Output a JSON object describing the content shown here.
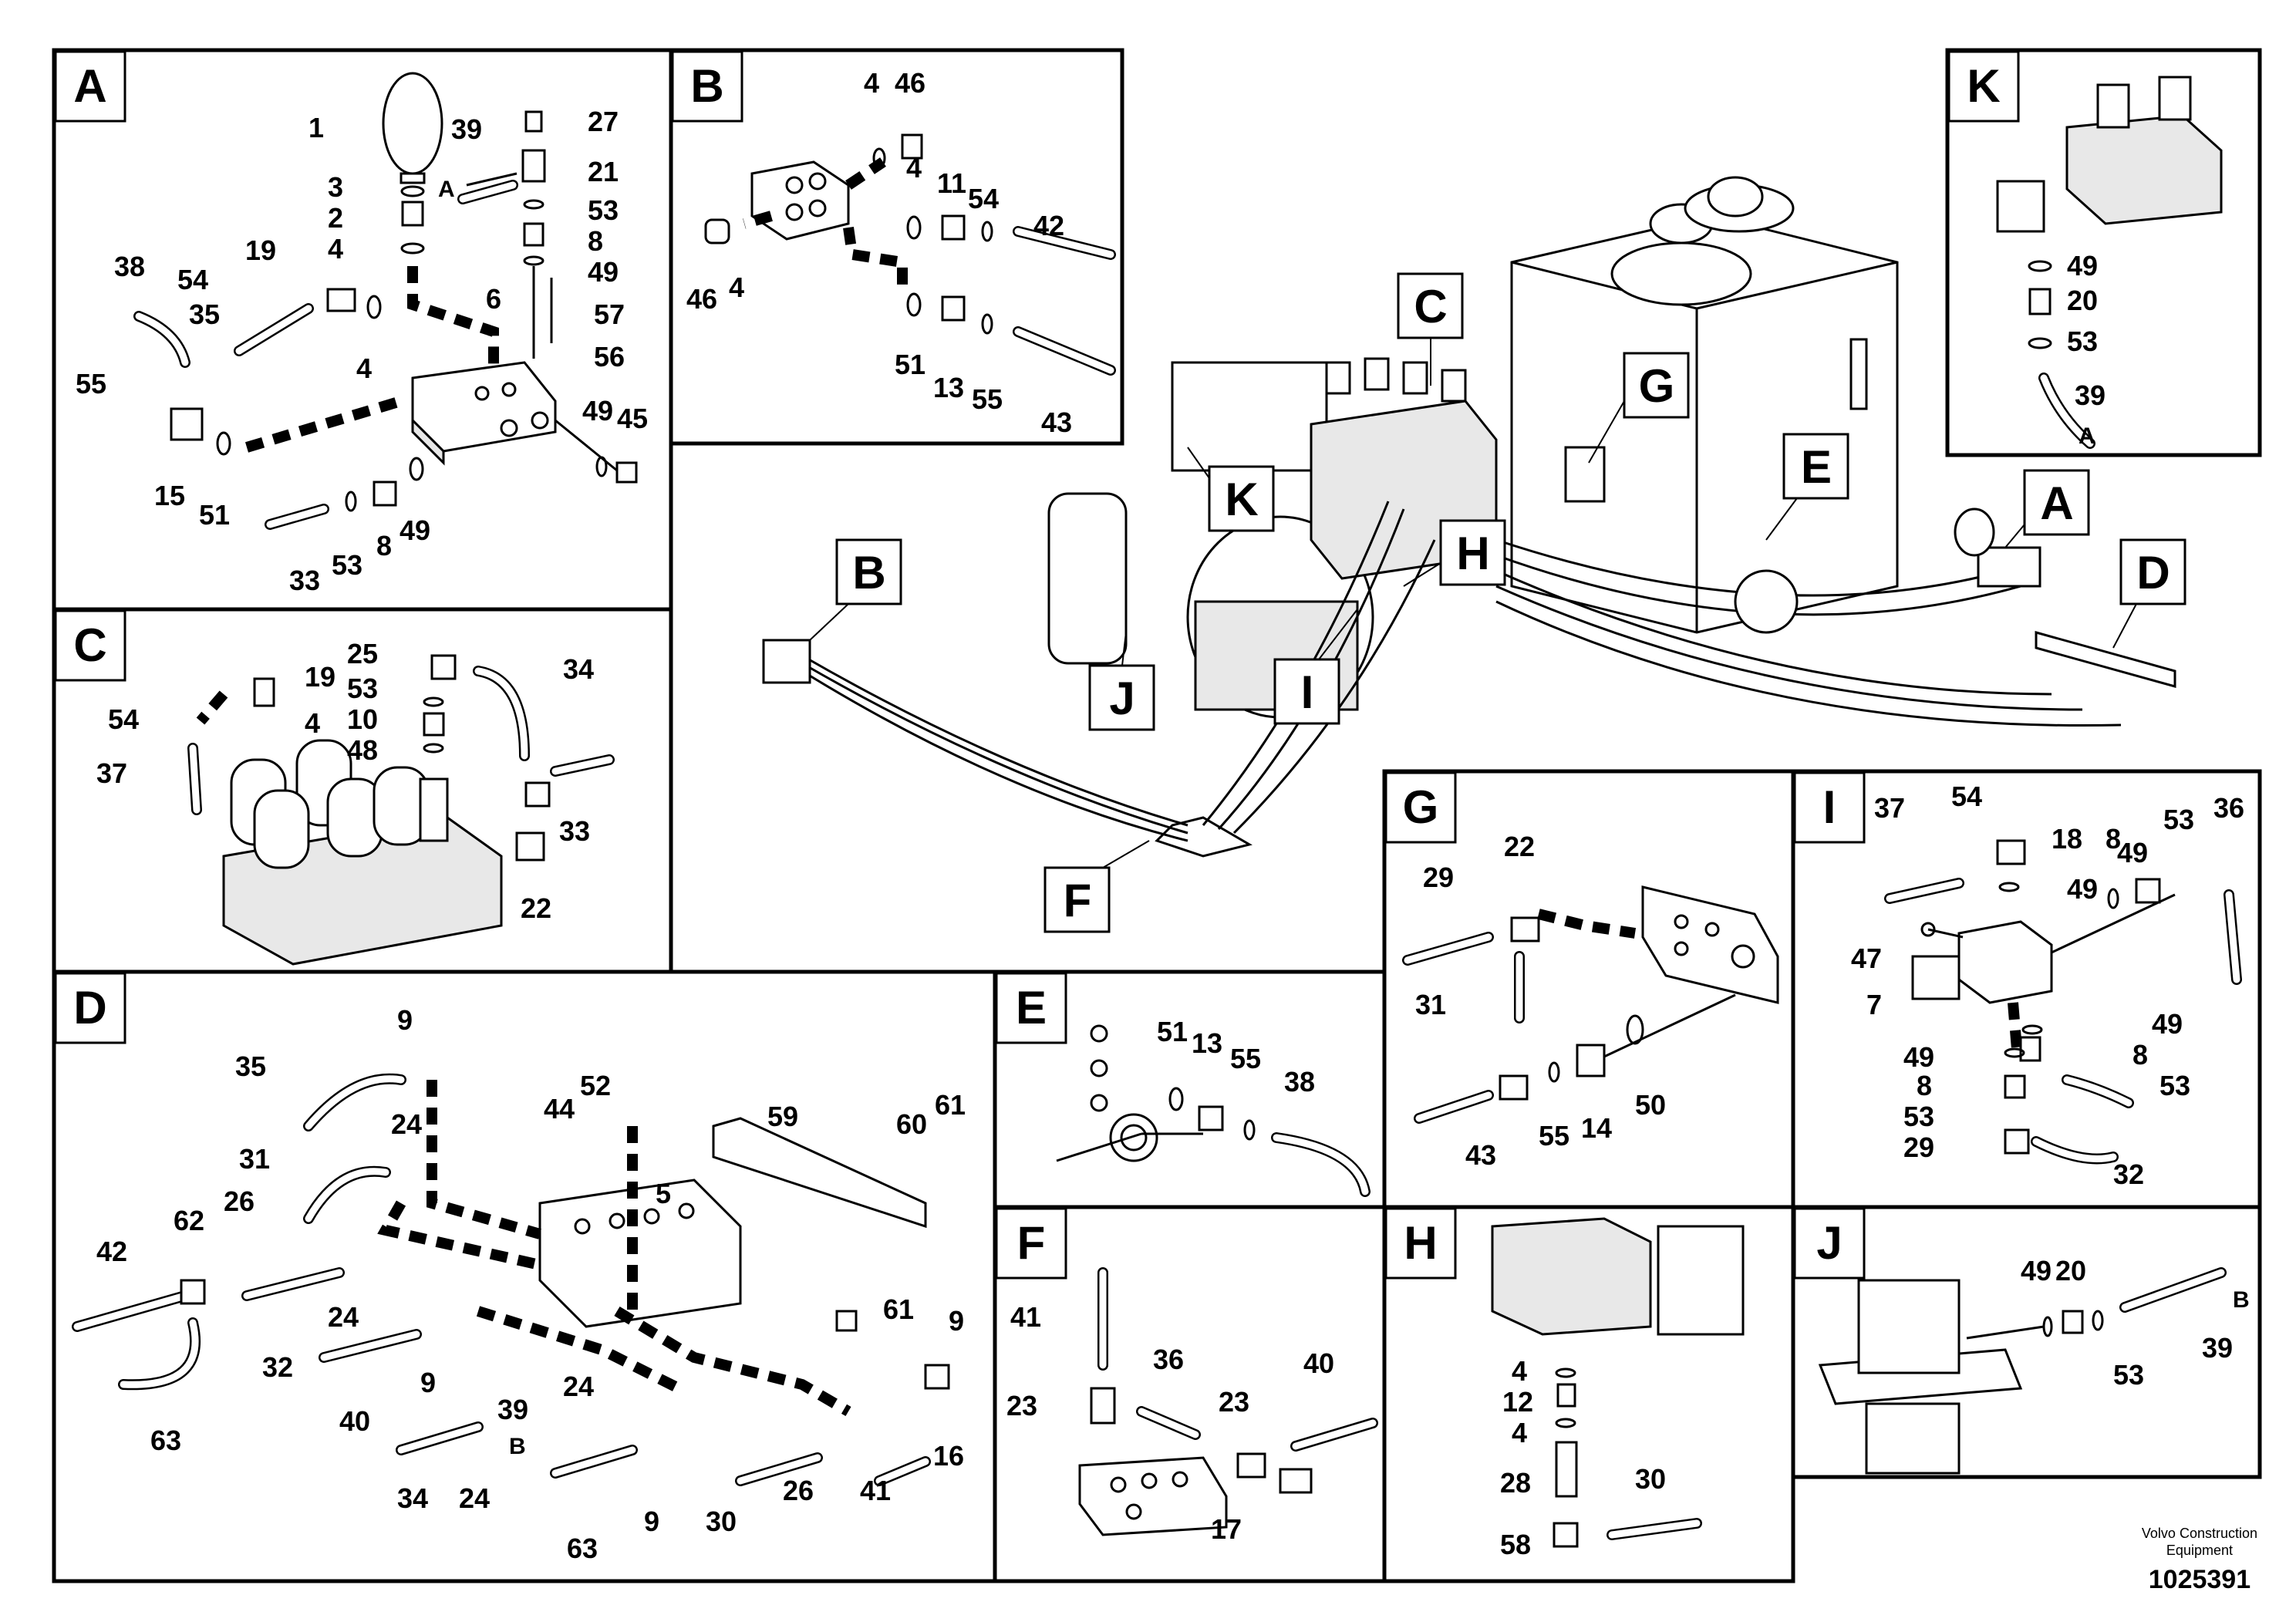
{
  "panels": [
    {
      "letter": "A",
      "numbers": [
        "1",
        "39",
        "27",
        "21",
        "3",
        "2",
        "53",
        "4",
        "8",
        "A",
        "49",
        "19",
        "38",
        "54",
        "35",
        "6",
        "57",
        "4",
        "56",
        "55",
        "49",
        "45",
        "15",
        "51",
        "33",
        "53",
        "8",
        "49"
      ]
    },
    {
      "letter": "B",
      "numbers": [
        "4",
        "46",
        "4",
        "11",
        "54",
        "42",
        "46",
        "4",
        "51",
        "13",
        "55",
        "43"
      ]
    },
    {
      "letter": "C",
      "numbers": [
        "25",
        "19",
        "34",
        "53",
        "54",
        "4",
        "10",
        "48",
        "37",
        "33",
        "22"
      ]
    },
    {
      "letter": "D",
      "numbers": [
        "9",
        "35",
        "44",
        "52",
        "59",
        "60",
        "61",
        "31",
        "24",
        "26",
        "5",
        "62",
        "42",
        "32",
        "24",
        "61",
        "40",
        "9",
        "9",
        "24",
        "39",
        "B",
        "16",
        "34",
        "24",
        "63",
        "9",
        "30",
        "26",
        "41",
        "63"
      ]
    },
    {
      "letter": "E",
      "numbers": [
        "51",
        "13",
        "55",
        "38"
      ]
    },
    {
      "letter": "F",
      "numbers": [
        "41",
        "36",
        "23",
        "23",
        "40",
        "17"
      ]
    },
    {
      "letter": "G",
      "numbers": [
        "22",
        "29",
        "31",
        "43",
        "55",
        "14",
        "50"
      ]
    },
    {
      "letter": "H",
      "numbers": [
        "4",
        "12",
        "4",
        "28",
        "30",
        "58"
      ]
    },
    {
      "letter": "I",
      "numbers": [
        "37",
        "54",
        "18",
        "36",
        "49",
        "8",
        "53",
        "49",
        "47",
        "7",
        "49",
        "49",
        "8",
        "8",
        "53",
        "53",
        "29",
        "32"
      ]
    },
    {
      "letter": "J",
      "numbers": [
        "49",
        "20",
        "B",
        "39",
        "53"
      ]
    },
    {
      "letter": "K",
      "numbers": [
        "49",
        "20",
        "53",
        "39",
        "A"
      ]
    }
  ],
  "overview_callouts": [
    "C",
    "G",
    "K",
    "E",
    "A",
    "H",
    "D",
    "B",
    "J",
    "I",
    "F"
  ],
  "footer": {
    "brand_line1": "Volvo Construction",
    "brand_line2": "Equipment",
    "doc_number": "1025391"
  }
}
